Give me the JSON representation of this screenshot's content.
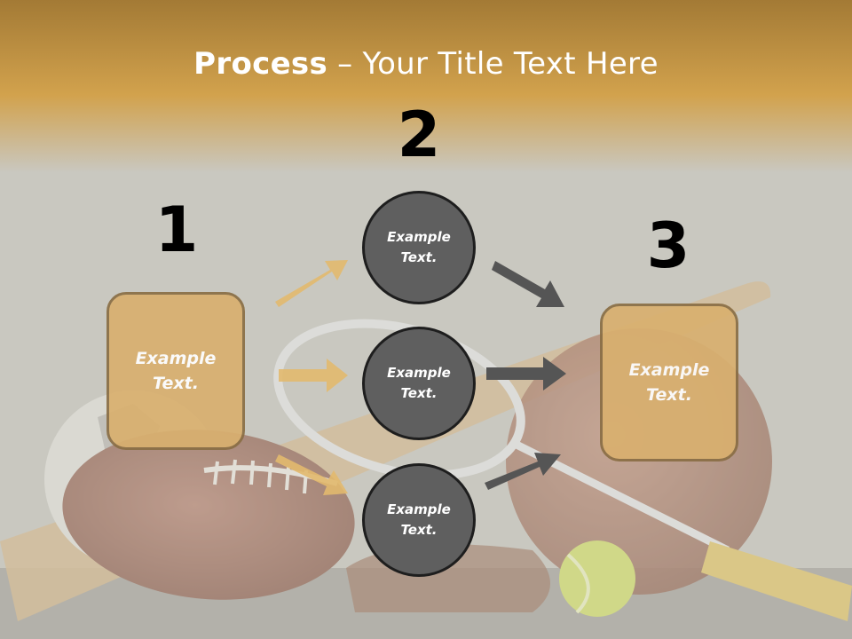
{
  "title": {
    "bold": "Process",
    "rest": " – Your Title Text Here"
  },
  "steps": [
    "1",
    "2",
    "3"
  ],
  "boxes": {
    "left": "Example\nText.",
    "right": "Example\nText."
  },
  "circles": [
    "Example\nText.",
    "Example\nText.",
    "Example\nText."
  ],
  "colors": {
    "header": "#d4a048",
    "box_fill": "#d9b06f",
    "box_border": "#8a6e45",
    "circle_fill": "#5f5f5f",
    "arrow_gold": "#e2b96e",
    "arrow_gray": "#555555"
  }
}
